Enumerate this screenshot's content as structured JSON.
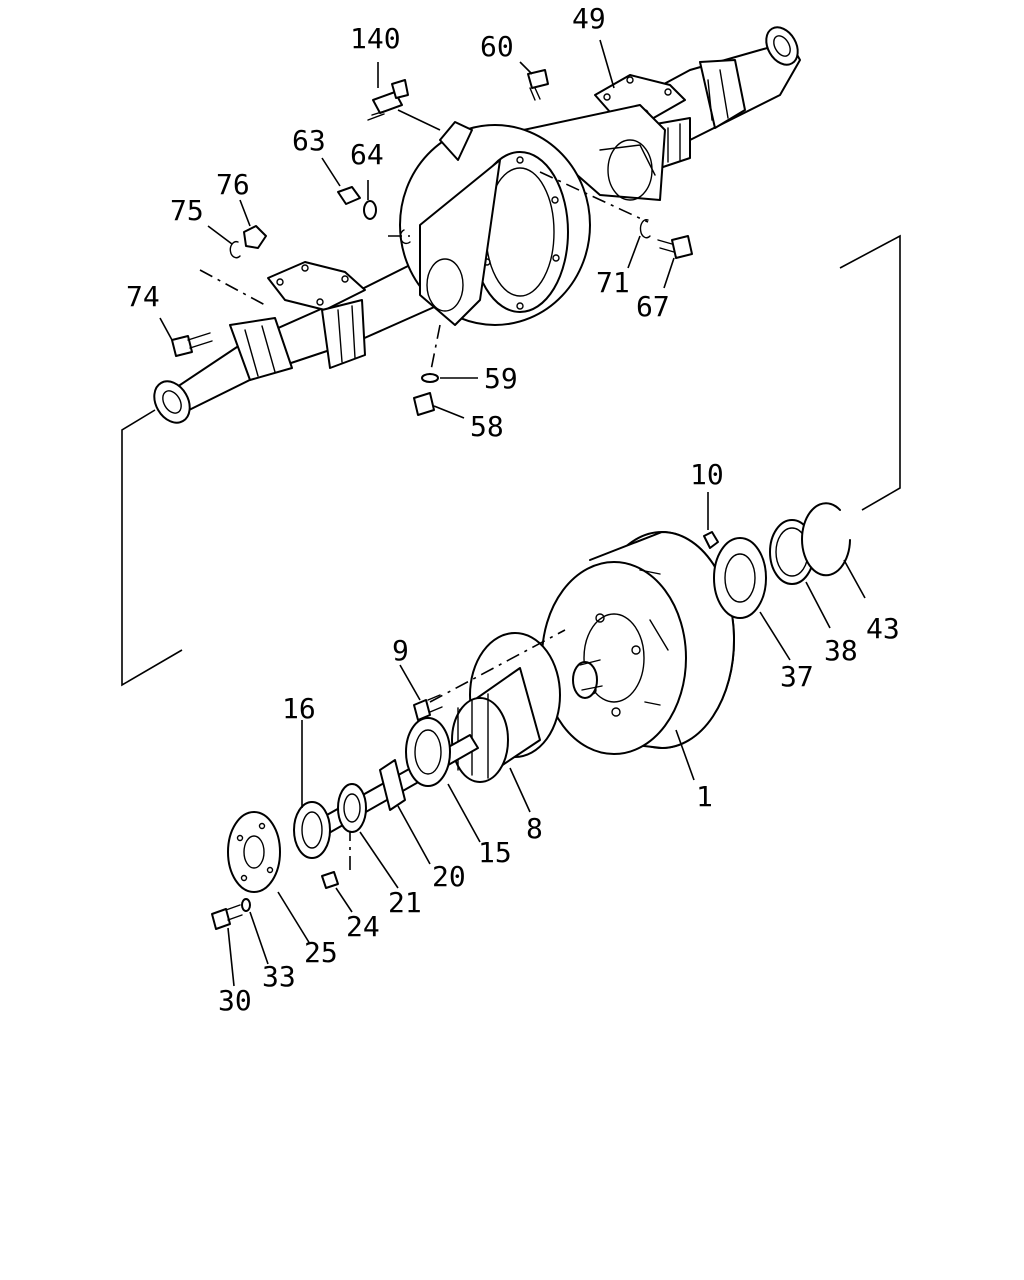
{
  "diagram": {
    "callouts": {
      "c140": "140",
      "c60": "60",
      "c49": "49",
      "c63": "63",
      "c64": "64",
      "c76": "76",
      "c75": "75",
      "c74": "74",
      "c71": "71",
      "c67": "67",
      "c59": "59",
      "c58": "58",
      "c10": "10",
      "c43": "43",
      "c38": "38",
      "c37": "37",
      "c9": "9",
      "c1": "1",
      "c16": "16",
      "c8": "8",
      "c15": "15",
      "c20": "20",
      "c21": "21",
      "c24": "24",
      "c25": "25",
      "c33": "33",
      "c30": "30"
    }
  }
}
